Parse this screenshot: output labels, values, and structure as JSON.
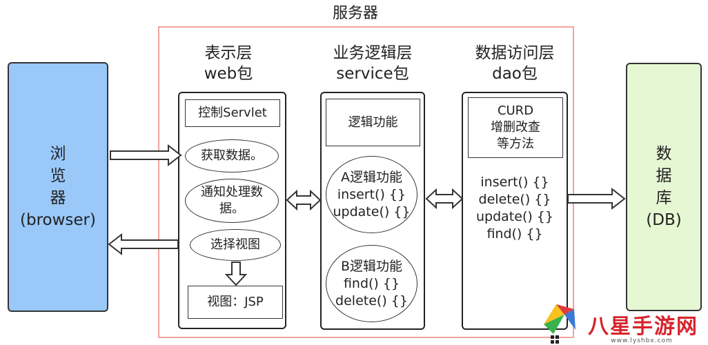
{
  "server": {
    "label": "服务器"
  },
  "browser": {
    "lines": [
      "浏",
      "览",
      "器",
      "(browser)"
    ]
  },
  "db": {
    "lines": [
      "数",
      "据",
      "库",
      "(DB)"
    ]
  },
  "web_layer": {
    "title_lines": [
      "表示层",
      "web包"
    ],
    "controller": "控制Servlet",
    "steps": [
      {
        "lines": [
          "获取数据。"
        ]
      },
      {
        "lines": [
          "通知处理数",
          "据。"
        ]
      },
      {
        "lines": [
          "选择视图"
        ]
      }
    ],
    "view": "视图：JSP"
  },
  "service_layer": {
    "title_lines": [
      "业务逻辑层",
      "service包"
    ],
    "header": "逻辑功能",
    "groups": [
      {
        "lines": [
          "A逻辑功能",
          "insert() {}",
          "update() {}"
        ]
      },
      {
        "lines": [
          "B逻辑功能",
          "find() {}",
          "delete() {}"
        ]
      }
    ]
  },
  "dao_layer": {
    "title_lines": [
      "数据访问层",
      "dao包"
    ],
    "header_lines": [
      "CURD",
      "增删改查",
      "等方法"
    ],
    "methods": [
      "insert() {}",
      "delete() {}",
      "update() {}",
      "find() {}"
    ]
  },
  "watermark": {
    "text": "八星手游网",
    "url": "www.lyshbx.com"
  },
  "colors": {
    "browser_fill": "#99c8f9",
    "db_fill": "#e6f8d3",
    "server_border": "#f2a39c"
  }
}
